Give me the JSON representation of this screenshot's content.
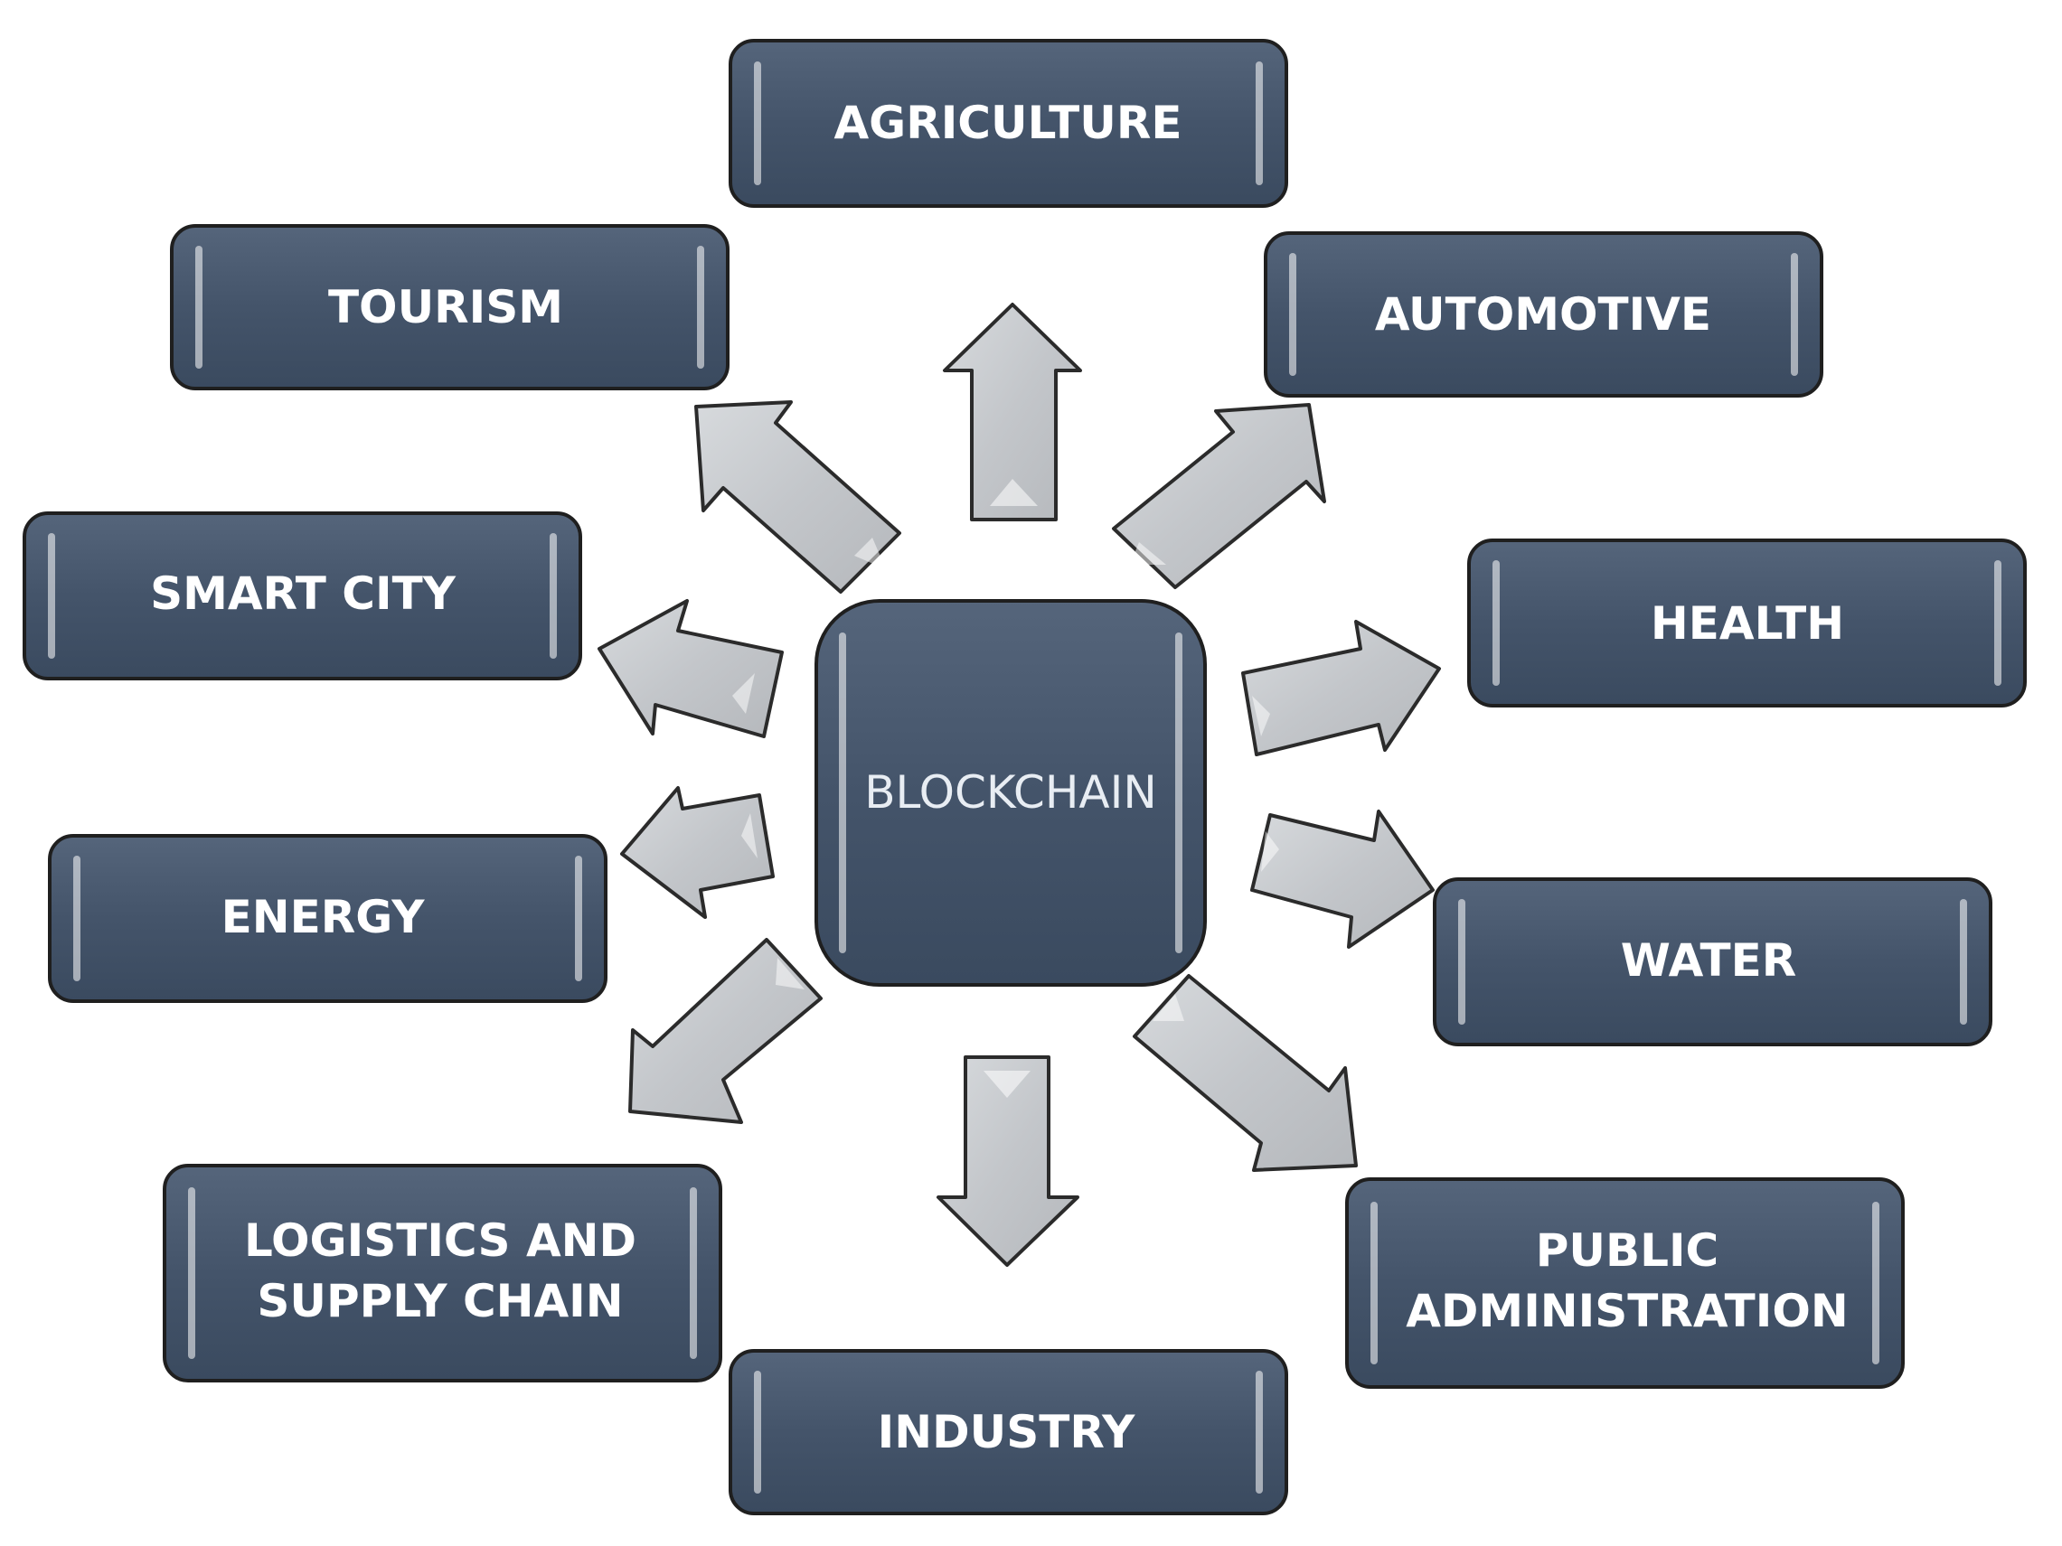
{
  "hub": {
    "label": "BLOCKCHAIN"
  },
  "sectors": {
    "agriculture": {
      "lines": [
        "AGRICULTURE"
      ]
    },
    "automotive": {
      "lines": [
        "AUTOMOTIVE"
      ]
    },
    "health": {
      "lines": [
        "HEALTH"
      ]
    },
    "water": {
      "lines": [
        "WATER"
      ]
    },
    "public_administration": {
      "lines": [
        "PUBLIC",
        "ADMINISTRATION"
      ]
    },
    "industry": {
      "lines": [
        "INDUSTRY"
      ]
    },
    "logistics": {
      "lines": [
        "LOGISTICS AND",
        "SUPPLY CHAIN"
      ]
    },
    "energy": {
      "lines": [
        "ENERGY"
      ]
    },
    "smart_city": {
      "lines": [
        "SMART CITY"
      ]
    },
    "tourism": {
      "lines": [
        "TOURISM"
      ]
    }
  },
  "colors": {
    "box_fill": "#44546a",
    "box_border": "#1f1f1f",
    "box_text": "#ffffff",
    "arrow_fill": "#c8cbcf",
    "arrow_border": "#2b2b2b"
  }
}
